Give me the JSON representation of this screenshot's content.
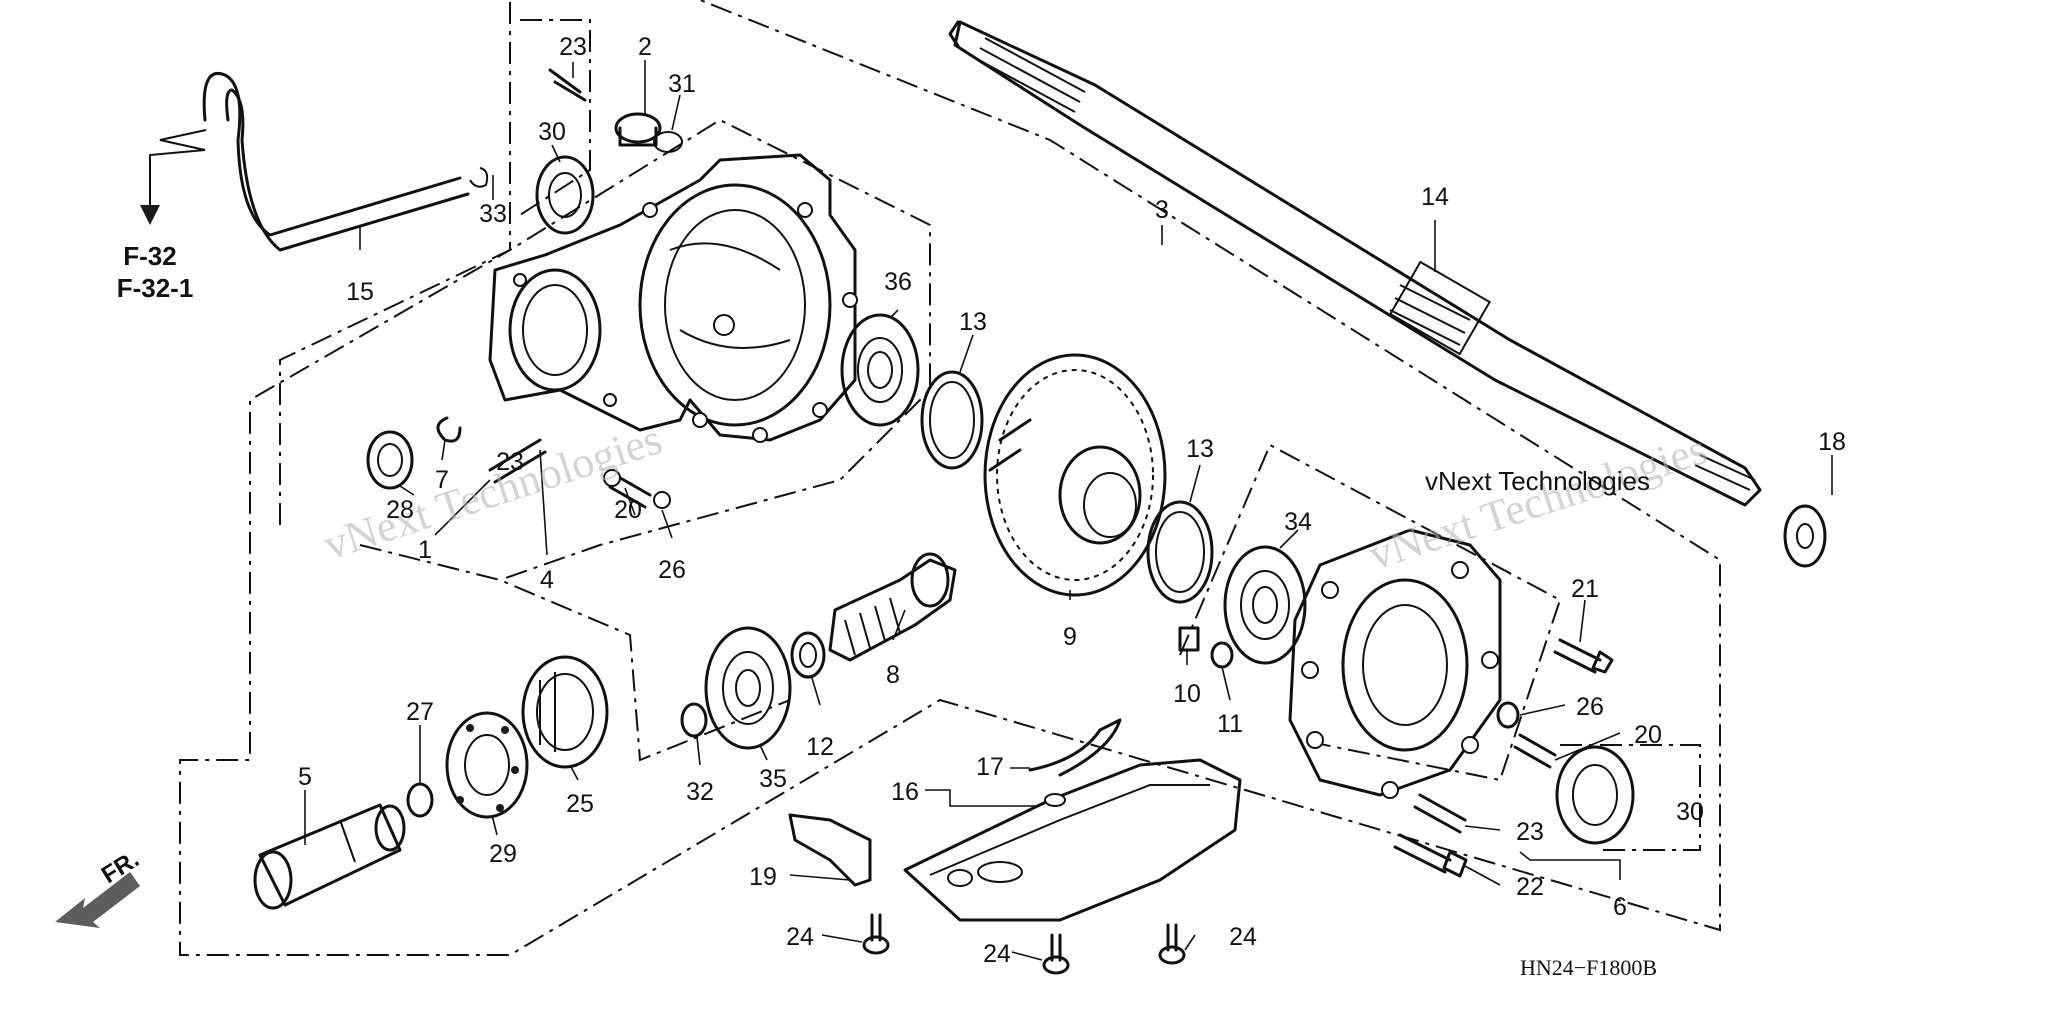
{
  "title_code": "HN24−F1800B",
  "reference": {
    "line1": "F-32",
    "line2": "F-32-1"
  },
  "direction_label": "FR.",
  "watermarks": [
    "vNext Technologies",
    "vNext Technologies",
    "vNext Technologies"
  ],
  "callouts": {
    "c1": "1",
    "c2": "2",
    "c3": "3",
    "c4": "4",
    "c5": "5",
    "c6": "6",
    "c7": "7",
    "c8": "8",
    "c9": "9",
    "c10": "10",
    "c11": "11",
    "c12": "12",
    "c13a": "13",
    "c13b": "13",
    "c14": "14",
    "c15": "15",
    "c16": "16",
    "c17": "17",
    "c18": "18",
    "c19": "19",
    "c20a": "20",
    "c20b": "20",
    "c21": "21",
    "c22": "22",
    "c23a": "23",
    "c23b": "23",
    "c23c": "23",
    "c24a": "24",
    "c24b": "24",
    "c24c": "24",
    "c25": "25",
    "c26a": "26",
    "c26b": "26",
    "c27": "27",
    "c28": "28",
    "c29": "29",
    "c30a": "30",
    "c30b": "30",
    "c31": "31",
    "c32": "32",
    "c33": "33",
    "c34": "34",
    "c35": "35",
    "c36": "36"
  }
}
